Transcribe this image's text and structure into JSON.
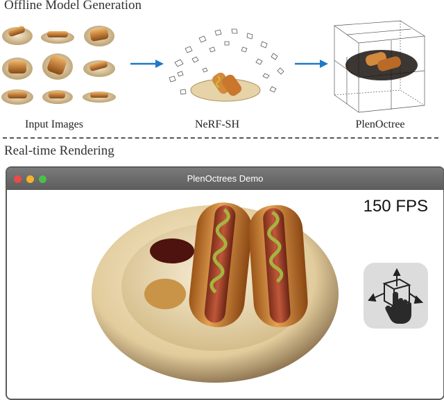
{
  "offline": {
    "title": "Offline Model Generation",
    "stages": [
      {
        "name": "input-images",
        "label": "Input Images"
      },
      {
        "name": "nerf-sh",
        "label": "NeRF-SH"
      },
      {
        "name": "plenoctree",
        "label": "PlenOctree"
      }
    ],
    "arrow_color": "#1f78c8"
  },
  "realtime": {
    "title": "Real-time Rendering",
    "window_title": "PlenOctrees Demo",
    "fps": "150 FPS",
    "gesture_icon": "rotate-gesture-icon"
  },
  "colors": {
    "titlebar": "#6b6b6b",
    "close": "#ec4a46",
    "minimize": "#f2b42a",
    "maximize": "#4ac04b",
    "plate": "#e8d9b6",
    "bun": "#d38a3c",
    "mustard": "#c9c23a",
    "ketchup": "#5a1410"
  }
}
